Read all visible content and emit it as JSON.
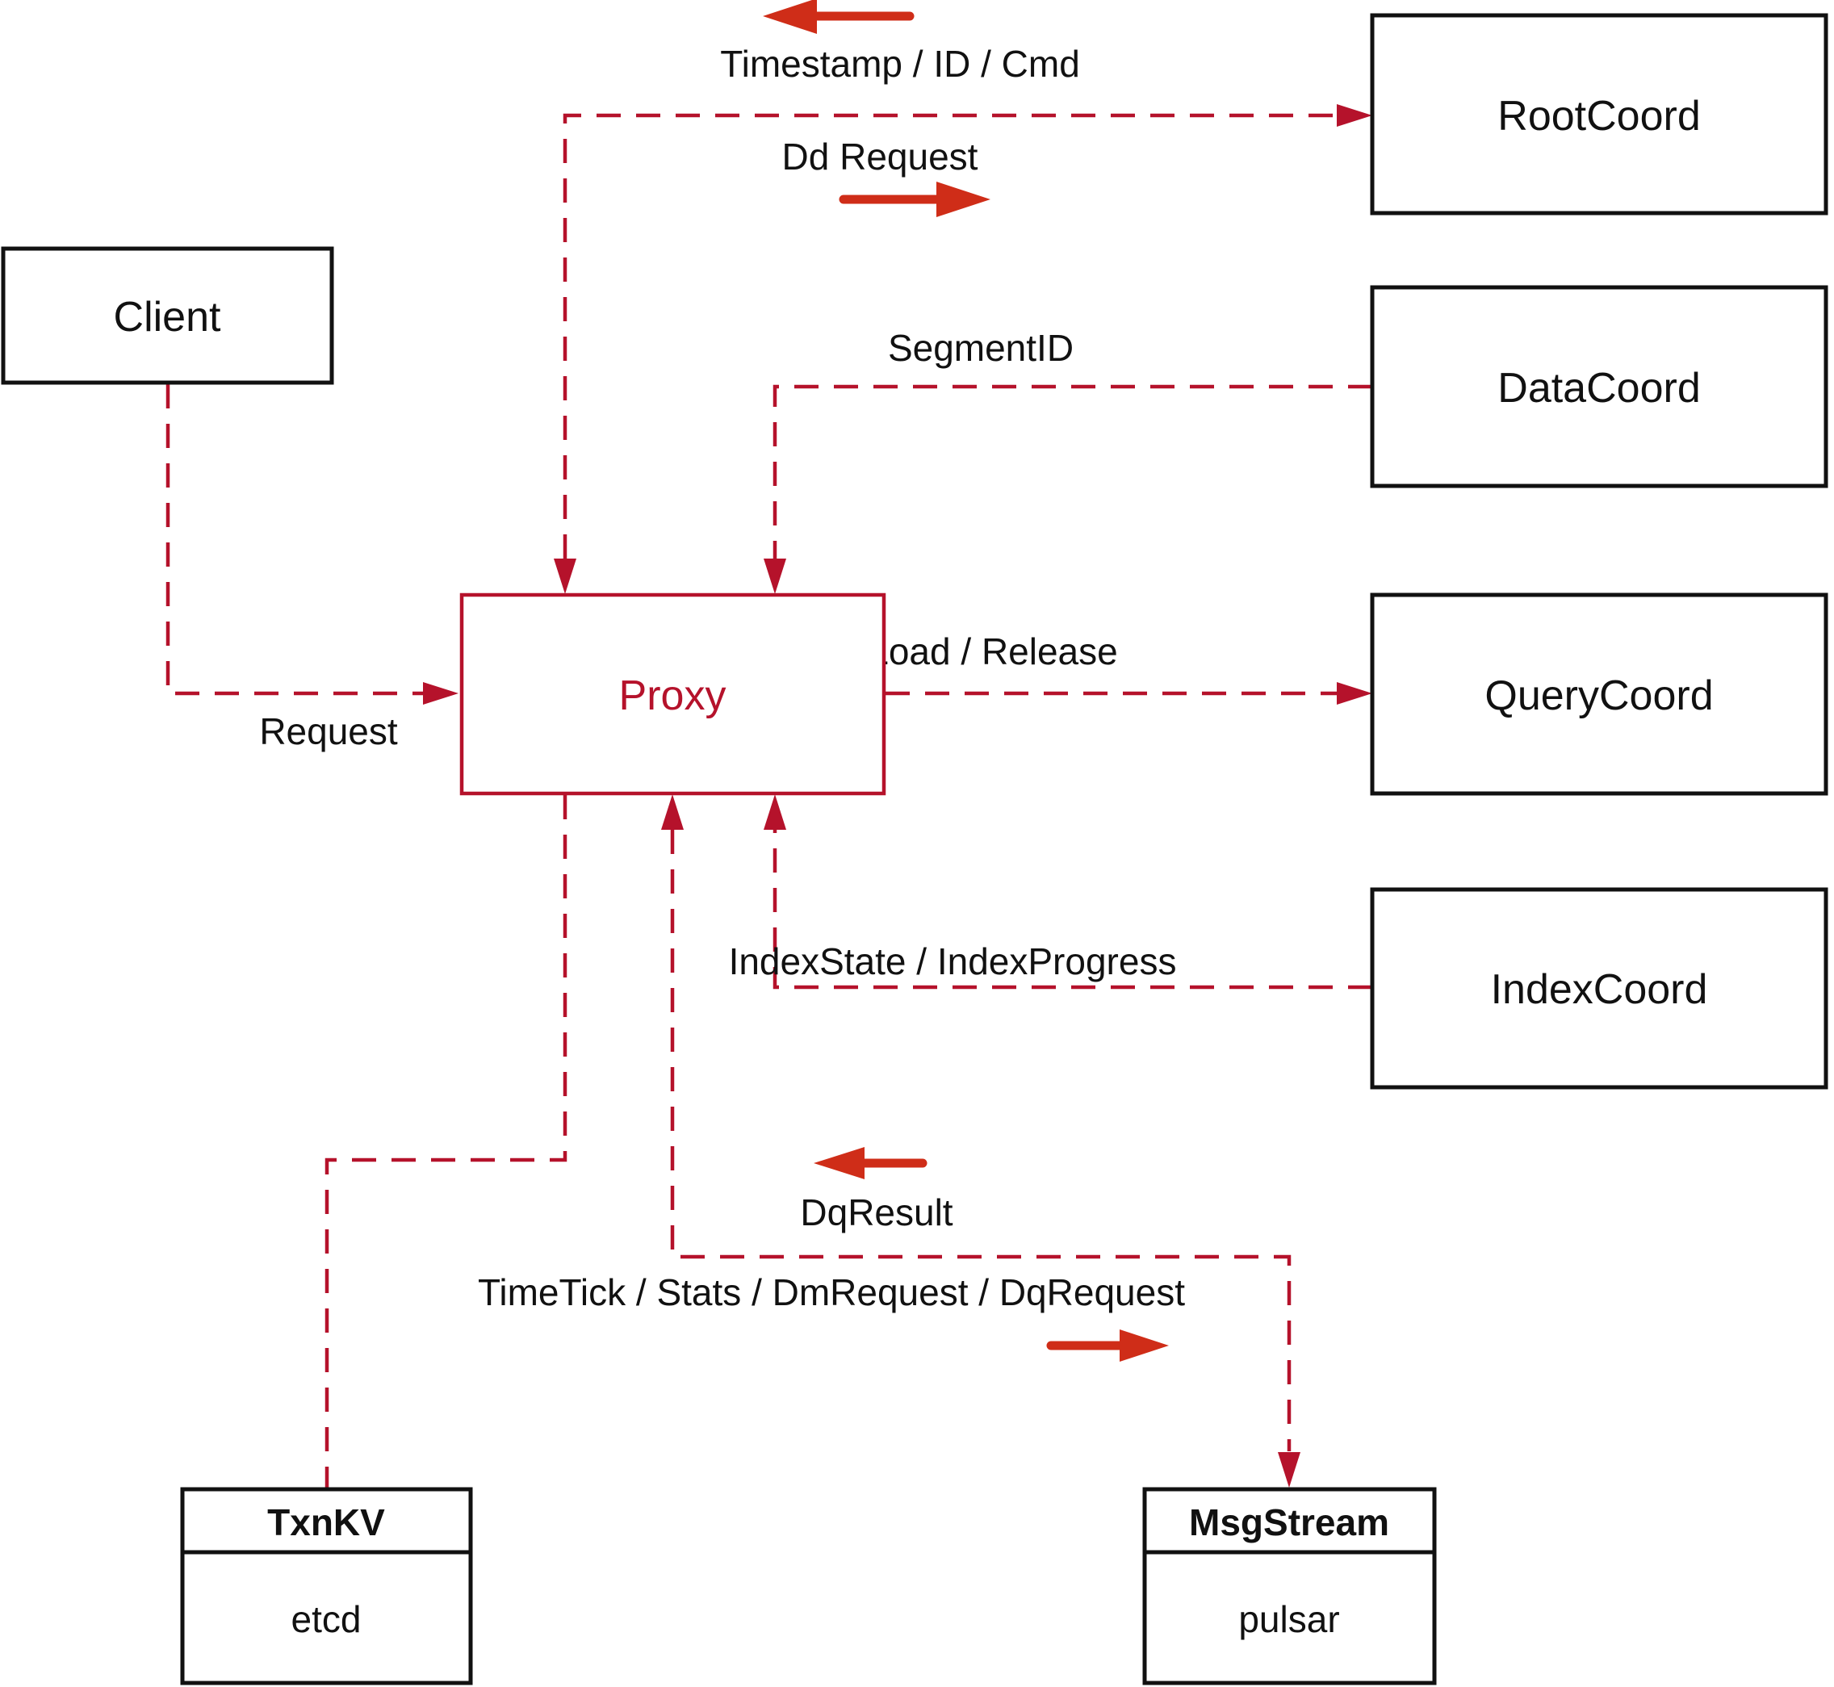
{
  "nodes": {
    "client": {
      "label": "Client"
    },
    "proxy": {
      "label": "Proxy"
    },
    "root_coord": {
      "label": "RootCoord"
    },
    "data_coord": {
      "label": "DataCoord"
    },
    "query_coord": {
      "label": "QueryCoord"
    },
    "index_coord": {
      "label": "IndexCoord"
    },
    "txn_kv": {
      "title": "TxnKV",
      "impl": "etcd"
    },
    "msg_stream": {
      "title": "MsgStream",
      "impl": "pulsar"
    }
  },
  "edge_labels": {
    "timestamp": "Timestamp / ID / Cmd",
    "dd_request": "Dd Request",
    "segment_id": "SegmentID",
    "load_release": "Load / Release",
    "index_state": "IndexState / IndexProgress",
    "request": "Request",
    "dq_result": "DqResult",
    "time_tick": "TimeTick / Stats / DmRequest / DqRequest"
  },
  "direction_arrows": {
    "timestamp_flow": "left",
    "dd_request_flow": "right",
    "dq_result_flow": "left",
    "time_tick_flow": "right"
  },
  "colors": {
    "dashed_line": "#b5122b",
    "solid_arrow": "#cf2d18",
    "box_border": "#111111",
    "text": "#111111",
    "proxy_accent": "#b5122b",
    "background": "#ffffff"
  }
}
